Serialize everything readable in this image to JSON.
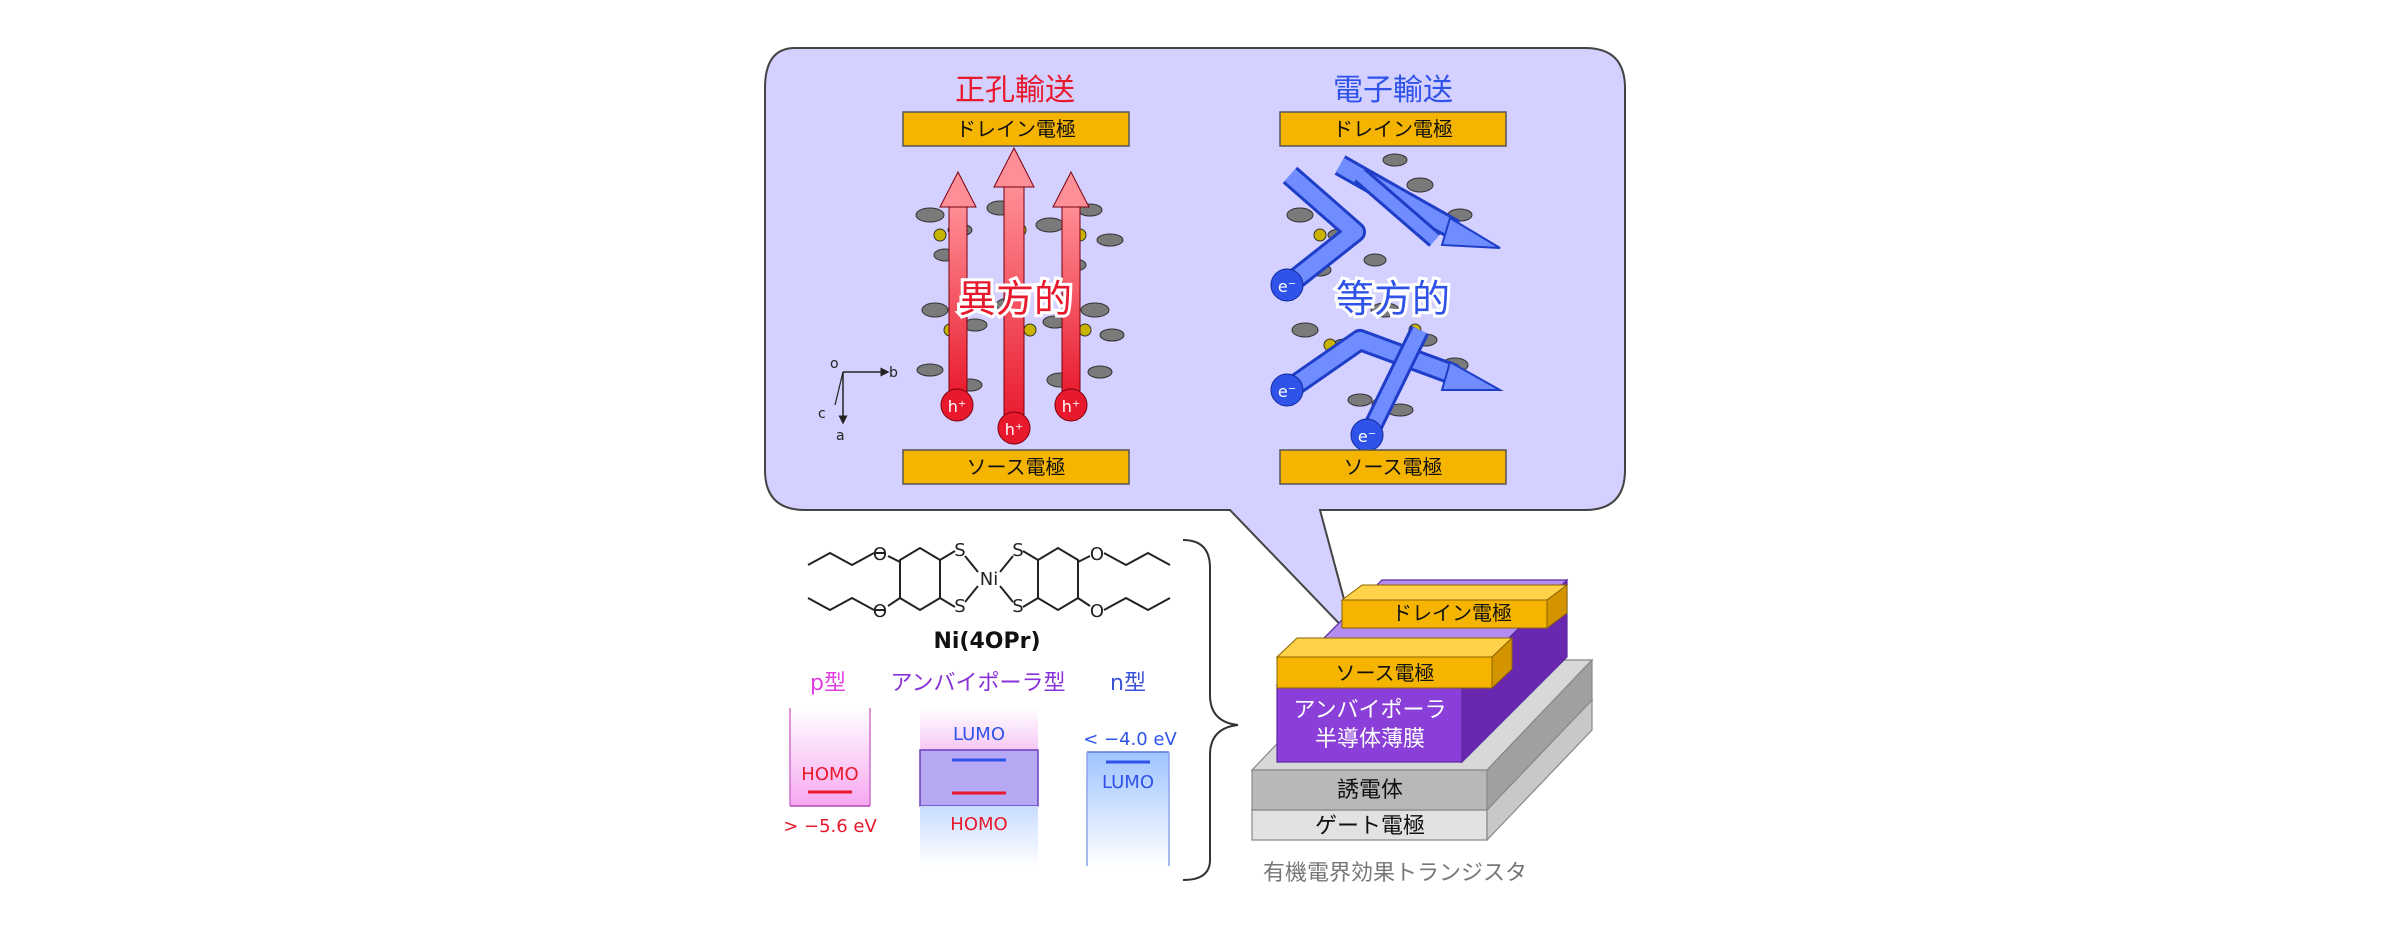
{
  "callout": {
    "hole": {
      "title": "正孔輸送",
      "drain": "ドレイン電極",
      "source": "ソース電極",
      "mode": "異方的",
      "carrier": "h⁺"
    },
    "electron": {
      "title": "電子輸送",
      "drain": "ドレイン電極",
      "source": "ソース電極",
      "mode": "等方的",
      "carrier": "e⁻"
    },
    "axes": {
      "o": "o",
      "b": "b",
      "c": "c",
      "a": "a"
    }
  },
  "molecule": {
    "name": "Ni(4OPr)",
    "atoms": {
      "O": "O",
      "S": "S",
      "Ni": "Ni"
    }
  },
  "energy": {
    "p_type": {
      "label": "p型",
      "level": "HOMO",
      "value": "> −5.6 eV"
    },
    "ambipolar": {
      "label": "アンバイポーラ型",
      "lumo": "LUMO",
      "homo": "HOMO"
    },
    "n_type": {
      "label": "n型",
      "level": "LUMO",
      "value": "< −4.0 eV"
    }
  },
  "device": {
    "drain": "ドレイン電極",
    "source": "ソース電極",
    "semiconductor_line1": "アンバイポーラ",
    "semiconductor_line2": "半導体薄膜",
    "dielectric": "誘電体",
    "gate": "ゲート電極",
    "caption": "有機電界効果トランジスタ"
  },
  "colors": {
    "callout_fill": "#d4d0ff",
    "electrode": "#f5b400",
    "hole": "#e8192c",
    "electron": "#2f53e8",
    "p_label": "#e040e0",
    "ambipolar_label": "#8a32d8",
    "n_label": "#3a52d8",
    "semiconductor": "#8a3fd8"
  }
}
